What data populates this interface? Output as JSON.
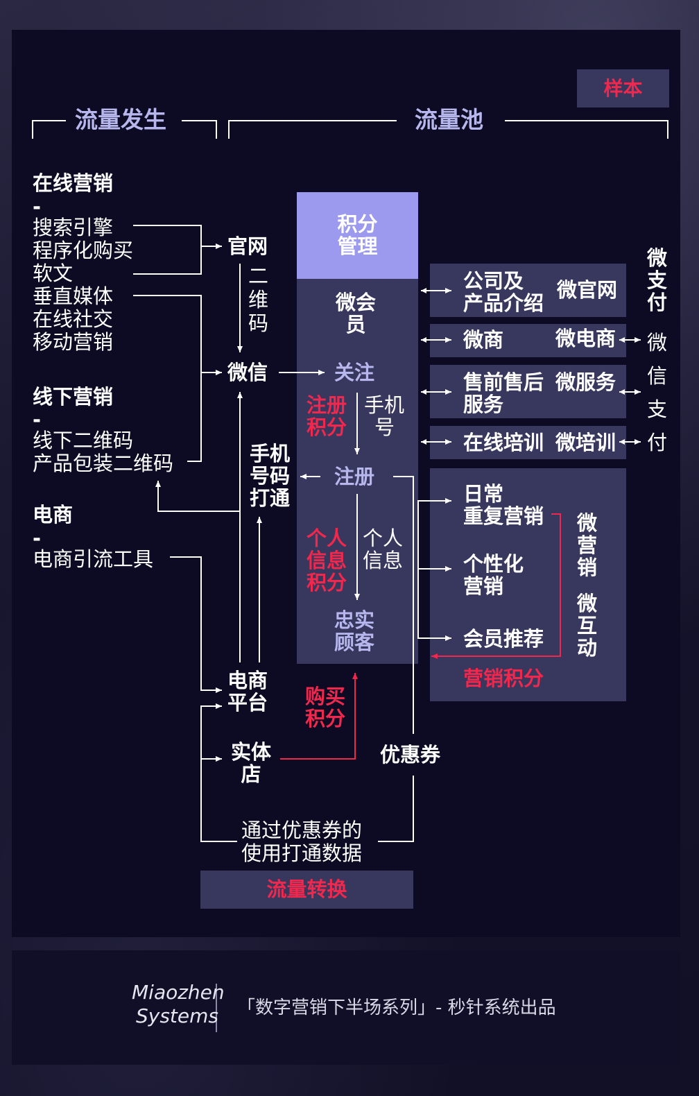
{
  "badge": "样本",
  "headers": {
    "flow_source": "流量发生",
    "flow_pool": "流量池",
    "flow_convert": "流量转换"
  },
  "left": {
    "online": {
      "title": "在线营销",
      "dash": "-",
      "items": [
        "搜索引擎",
        "程序化购买",
        "软文",
        "垂直媒体",
        "在线社交",
        "移动营销"
      ]
    },
    "offline": {
      "title": "线下营销",
      "dash": "-",
      "items": [
        "线下二维码",
        "产品包装二维码"
      ]
    },
    "ecom": {
      "title": "电商",
      "dash": "-",
      "items": [
        "电商引流工具"
      ]
    }
  },
  "middle": {
    "website": "官网",
    "qrcode": [
      "二",
      "维",
      "码"
    ],
    "wechat": "微信",
    "phone_link": [
      "手机",
      "号码",
      "打通"
    ],
    "ecom_platform": [
      "电商",
      "平台"
    ],
    "store": [
      "实体",
      "店"
    ],
    "coupon": "优惠券",
    "coupon_note": [
      "通过优惠券的",
      "使用打通数据"
    ]
  },
  "pool": {
    "points_mgmt": [
      "积分",
      "管理"
    ],
    "member": [
      "微会",
      "员"
    ],
    "follow": "关注",
    "reg_points": [
      "注册",
      "积分"
    ],
    "phone": [
      "手机",
      "号"
    ],
    "register": "注册",
    "info_points": [
      "个人",
      "信息",
      "积分"
    ],
    "info": [
      "个人",
      "信息"
    ],
    "loyal": [
      "忠实",
      "顾客"
    ],
    "buy_points": [
      "购买",
      "积分"
    ]
  },
  "right": {
    "company": [
      "公司及",
      "产品介绍"
    ],
    "wx_site": "微官网",
    "shop": "微商",
    "wx_ecom": "微电商",
    "service": [
      "售前售后",
      "服务"
    ],
    "wx_service": "微服务",
    "training": "在线培训",
    "wx_training": "微培训",
    "daily": [
      "日常",
      "重复营销"
    ],
    "personal": [
      "个性化",
      "营销"
    ],
    "referral": "会员推荐",
    "wx_marketing": [
      "微",
      "营",
      "销"
    ],
    "wx_interact": [
      "微",
      "互",
      "动"
    ],
    "mkt_points": "营销积分"
  },
  "pay": {
    "bold": [
      "微",
      "支",
      "付"
    ],
    "thin": [
      "微",
      "信",
      "支",
      "付"
    ]
  },
  "footer": {
    "logo": [
      "Miaozhen",
      "Systems"
    ],
    "text": "「数字营销下半场系列」- 秒针系统出品"
  },
  "colors": {
    "red": "#f0284e",
    "lavender": "#b7b7ee",
    "box": "#38375d",
    "box_top": "#9c9aee"
  }
}
